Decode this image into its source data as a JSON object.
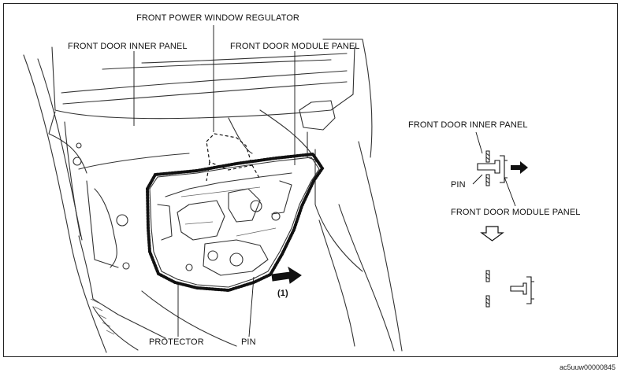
{
  "labels": {
    "front_power_window_regulator": "FRONT POWER WINDOW REGULATOR",
    "front_door_inner_panel": "FRONT DOOR INNER PANEL",
    "front_door_module_panel": "FRONT DOOR MODULE PANEL",
    "protector": "PROTECTOR",
    "pin": "PIN",
    "step_1": "(1)"
  },
  "detail": {
    "front_door_inner_panel": "FRONT DOOR INNER PANEL",
    "pin": "PIN",
    "front_door_module_panel": "FRONT DOOR MODULE PANEL"
  },
  "figure_code": "ac5uuw00000845"
}
